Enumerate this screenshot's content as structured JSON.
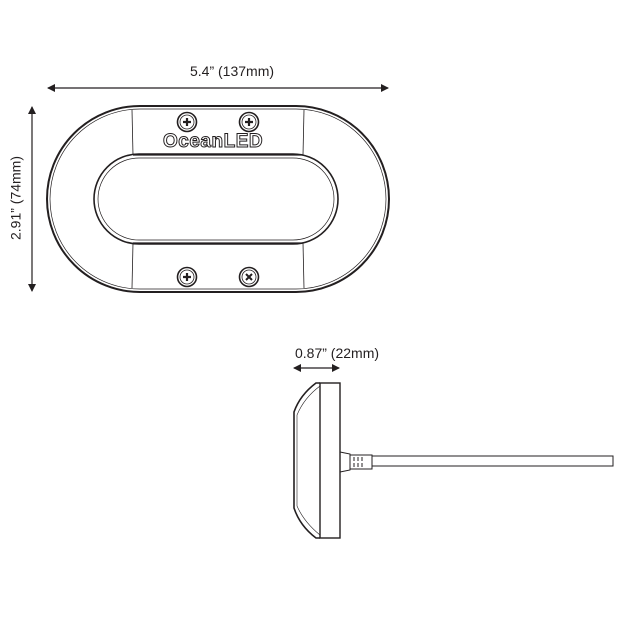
{
  "top_view": {
    "width_label": "5.4” (137mm)",
    "height_label": "2.91” (74mm)",
    "logo_text": "OceanLED",
    "screw_icons": [
      "phillips-screw",
      "phillips-screw",
      "phillips-screw",
      "cross-screw"
    ]
  },
  "side_view": {
    "depth_label": "0.87” (22mm)"
  },
  "colors": {
    "line": "#231f20",
    "background": "#ffffff"
  }
}
